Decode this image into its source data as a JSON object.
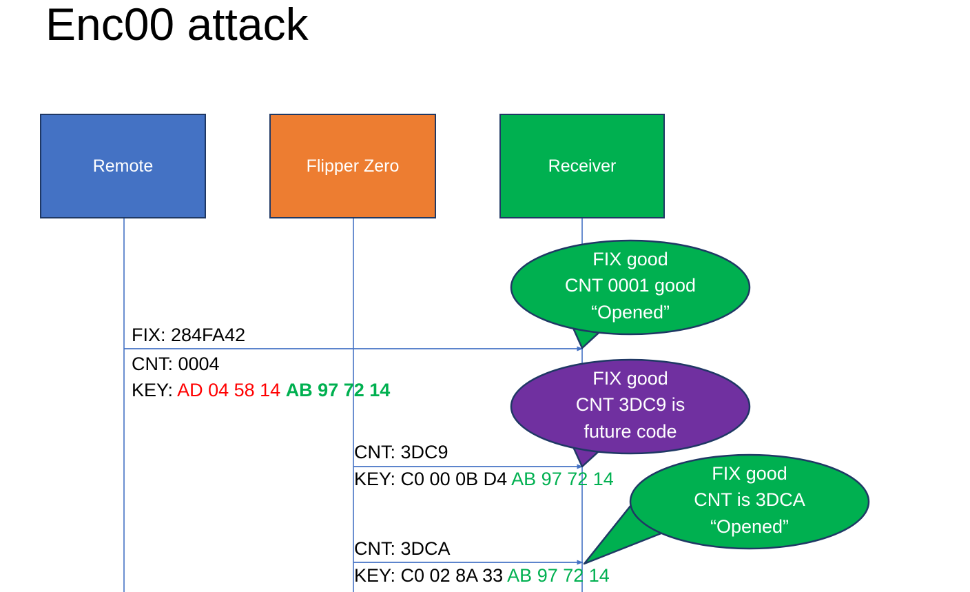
{
  "slide": {
    "title": "Enc00 attack",
    "background": "#FFFFFF"
  },
  "colors": {
    "remote_blue": "#4472C4",
    "flipper_orange": "#ED7D31",
    "receiver_green": "#00B050",
    "bubble_purple": "#7030A0",
    "border_navy": "#1F3864",
    "lifeline_blue": "#4472C4",
    "key_red": "#FF0000",
    "key_green": "#00B050",
    "text_black": "#000000",
    "text_white": "#FFFFFF"
  },
  "actors": [
    {
      "id": "remote",
      "label": "Remote",
      "fill": "#4472C4"
    },
    {
      "id": "flipper",
      "label": "Flipper Zero",
      "fill": "#ED7D31"
    },
    {
      "id": "receiver",
      "label": "Receiver",
      "fill": "#00B050"
    }
  ],
  "messages": [
    {
      "id": "msg1",
      "from": "remote",
      "to": "receiver",
      "line1": "FIX: 284FA42",
      "line2": "CNT: 0004",
      "line3_prefix": "KEY: ",
      "line3_red": "AD 04 58 14",
      "line3_green": "AB 97 72 14"
    },
    {
      "id": "msg2",
      "from": "flipper",
      "to": "receiver",
      "line1": "CNT: 3DC9",
      "line2_prefix": "KEY: C0 00 0B D4 ",
      "line2_green": "AB 97 72 14"
    },
    {
      "id": "msg3",
      "from": "flipper",
      "to": "receiver",
      "line1": "CNT: 3DCA",
      "line2_prefix": "KEY: C0 02 8A 33 ",
      "line2_green": "AB 97 72 14"
    }
  ],
  "bubbles": [
    {
      "id": "bubble-1",
      "fill": "#00B050",
      "lines": [
        "FIX good",
        "CNT 0001 good",
        "“Opened”"
      ],
      "text": "FIX good\nCNT 0001 good\n“Opened”"
    },
    {
      "id": "bubble-2",
      "fill": "#7030A0",
      "lines": [
        "FIX good",
        "CNT 3DC9 is",
        "future code"
      ],
      "text": "FIX good\nCNT 3DC9 is\nfuture code"
    },
    {
      "id": "bubble-3",
      "fill": "#00B050",
      "lines": [
        "FIX good",
        "CNT is 3DCA",
        "“Opened”"
      ],
      "text": "FIX good\nCNT is 3DCA\n“Opened”"
    }
  ]
}
